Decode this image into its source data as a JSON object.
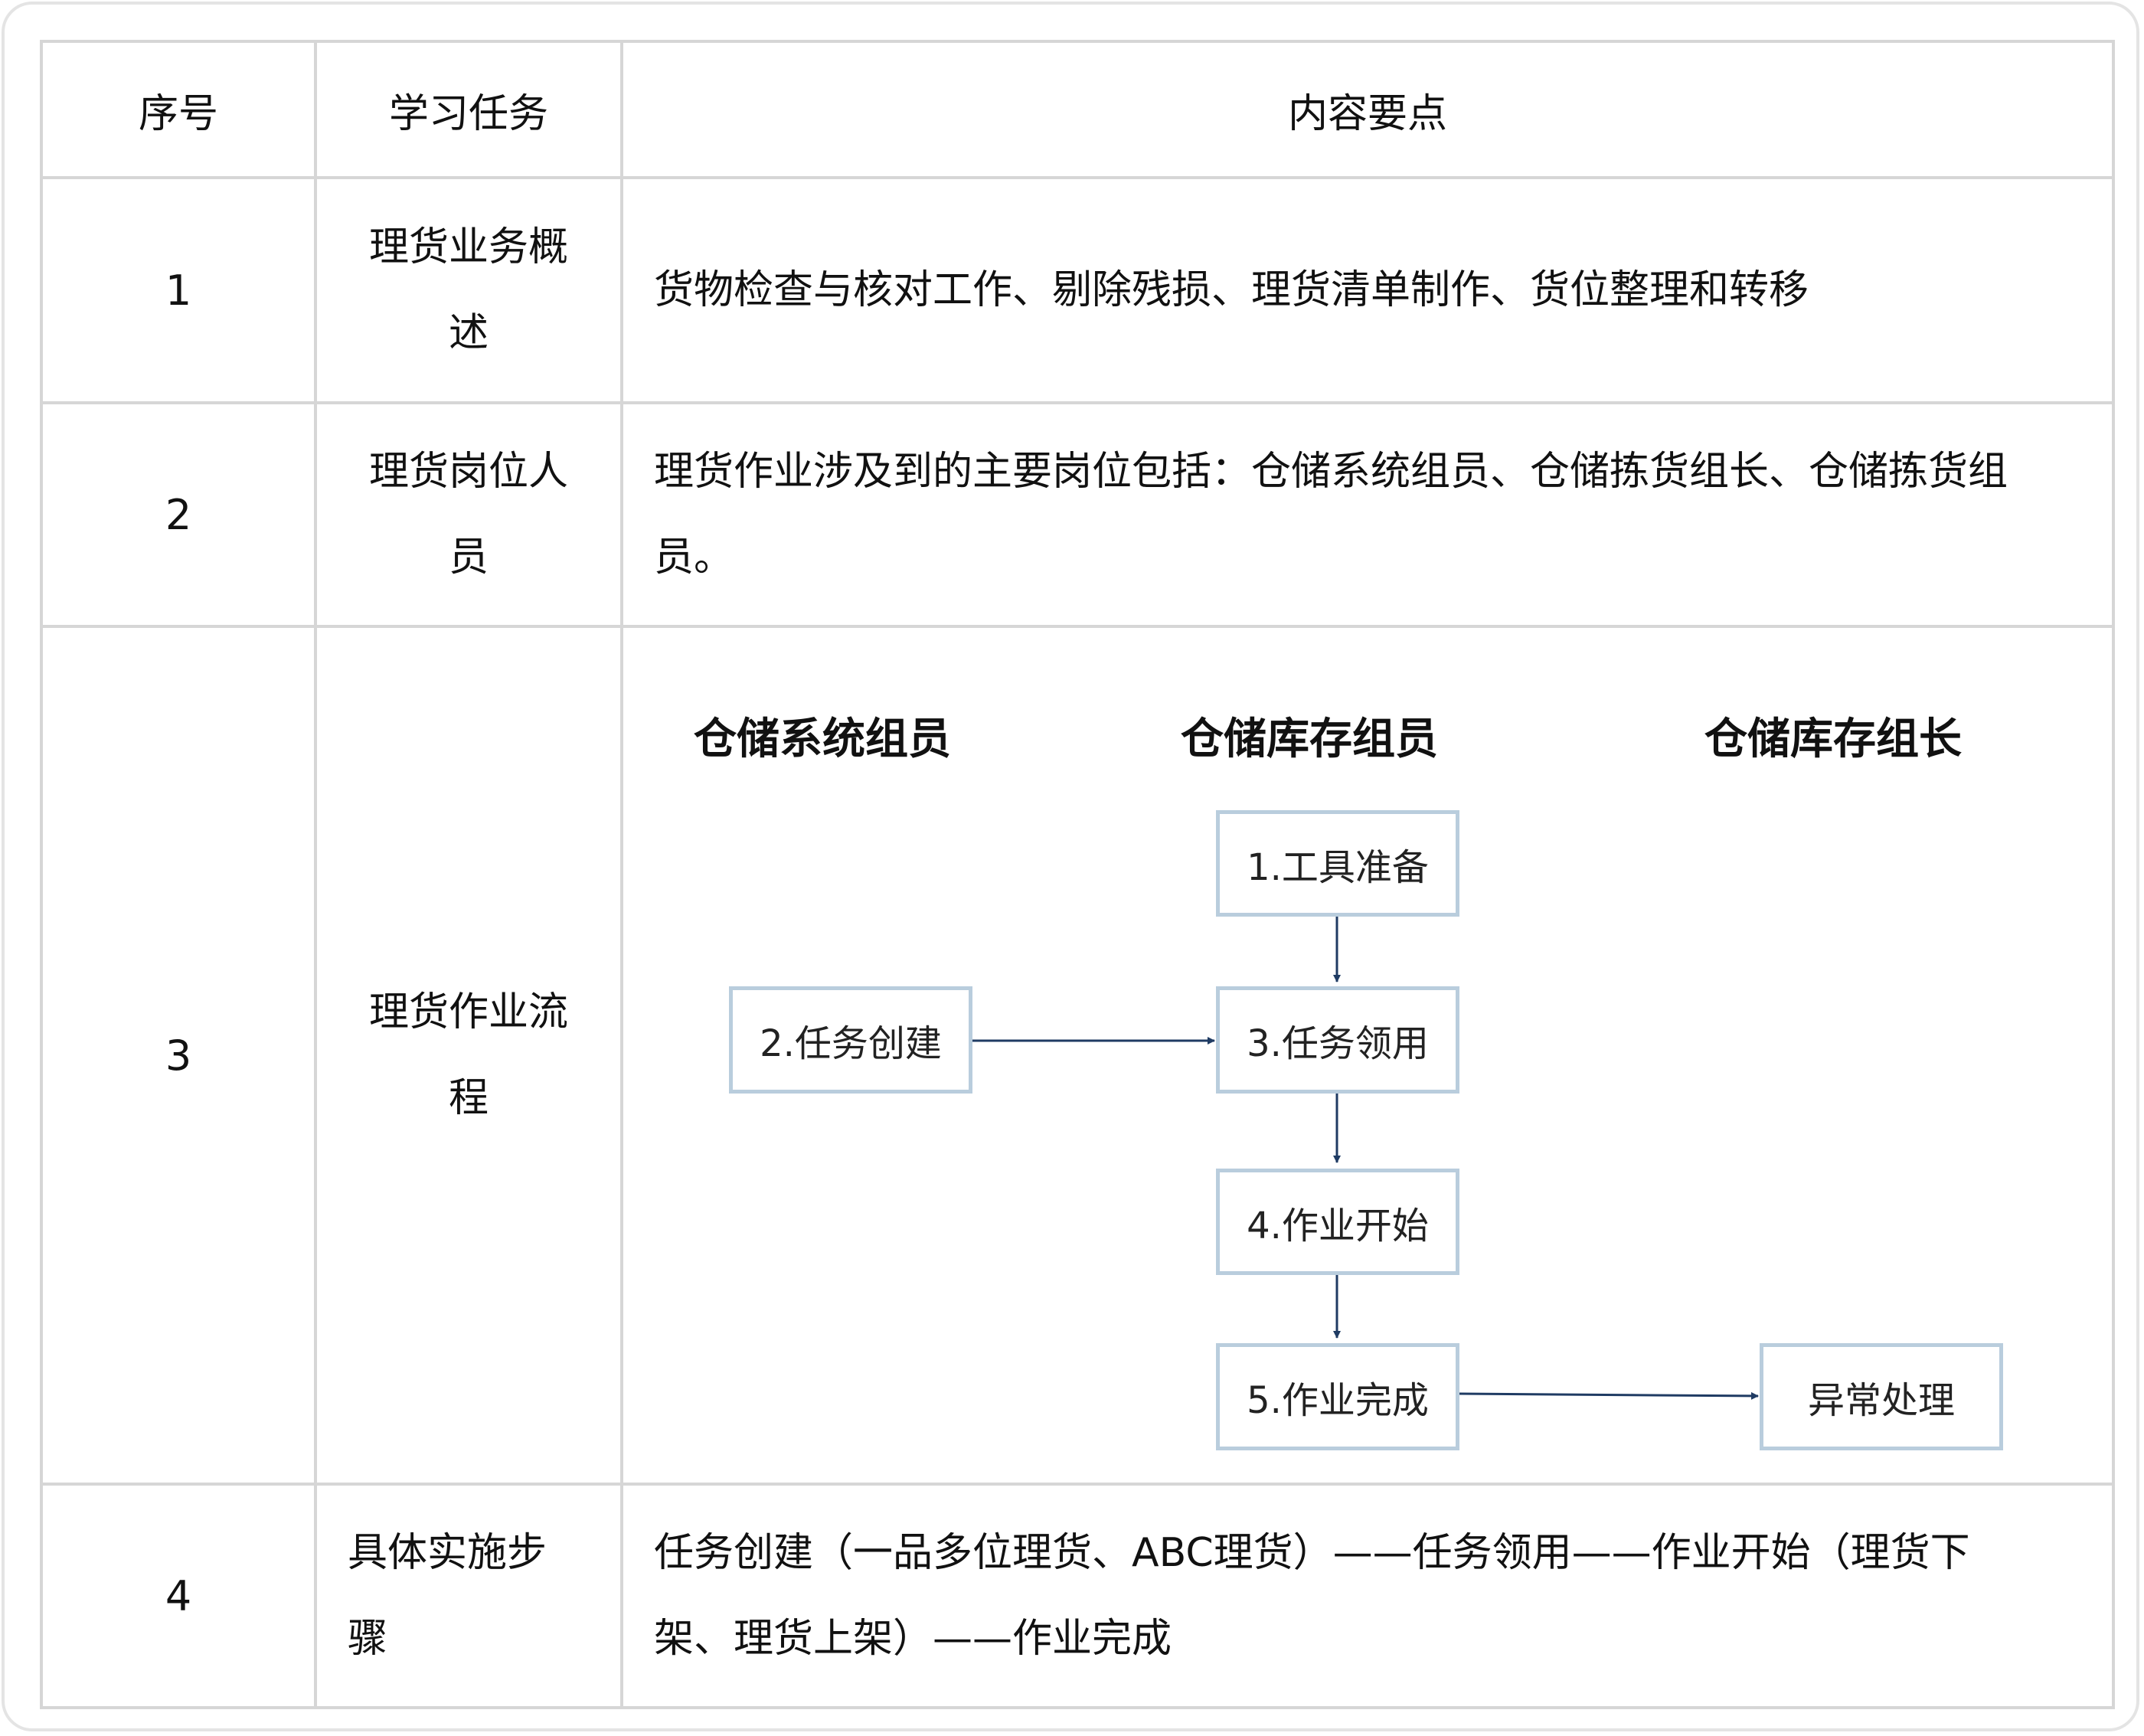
{
  "header": {
    "col1": "序号",
    "col2": "学习任务",
    "col3": "内容要点"
  },
  "rows": [
    {
      "num": "1",
      "task_line1": "理货业务概",
      "task_line2": "述",
      "content": "货物检查与核对工作、剔除残损、理货清单制作、货位整理和转移"
    },
    {
      "num": "2",
      "task_line1": "理货岗位人",
      "task_line2": "员",
      "content_line1": "理货作业涉及到的主要岗位包括：仓储系统组员、仓储拣货组长、仓储拣货组",
      "content_line2": "员。"
    },
    {
      "num": "3",
      "task_line1": "理货作业流",
      "task_line2": "程"
    },
    {
      "num": "4",
      "task_line1": "具体实施步",
      "task_line2": "骤",
      "content_line1": "任务创建（一品多位理货、ABC理货）——任务领用——作业开始（理货下",
      "content_line2": "架、理货上架）——作业完成"
    }
  ],
  "flow": {
    "roles": [
      "仓储系统组员",
      "仓储库存组员",
      "仓储库存组长"
    ],
    "steps": {
      "s1": "1.工具准备",
      "s2": "2.任务创建",
      "s3": "3.任务领用",
      "s4": "4.作业开始",
      "s5": "5.作业完成",
      "s6": "异常处理"
    },
    "arrow_color": "#1f3b63",
    "box_border_color": "#b9cddd"
  }
}
